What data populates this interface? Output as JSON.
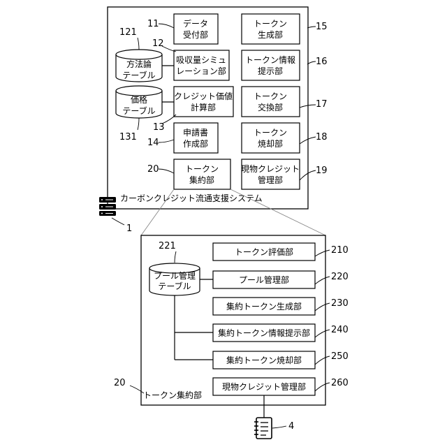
{
  "system": {
    "title": "カーボンクレジット流通支援システム",
    "ref": "1",
    "units": {
      "u11": {
        "line1": "データ",
        "line2": "受付部",
        "ref": "11"
      },
      "u12": {
        "line1": "吸収量シミュ",
        "line2": "レーション部",
        "ref": "12"
      },
      "u13": {
        "line1": "クレジット価値",
        "line2": "計算部",
        "ref": "13"
      },
      "u14": {
        "line1": "申請書",
        "line2": "作成部",
        "ref": "14"
      },
      "u20": {
        "line1": "トークン",
        "line2": "集約部",
        "ref": "20"
      },
      "u15": {
        "line1": "トークン",
        "line2": "生成部",
        "ref": "15"
      },
      "u16": {
        "line1": "トークン情報",
        "line2": "提示部",
        "ref": "16"
      },
      "u17": {
        "line1": "トークン",
        "line2": "交換部",
        "ref": "17"
      },
      "u18": {
        "line1": "トークン",
        "line2": "焼却部",
        "ref": "18"
      },
      "u19": {
        "line1": "現物クレジット",
        "line2": "管理部",
        "ref": "19"
      }
    },
    "tables": {
      "t121": {
        "line1": "方法論",
        "line2": "テーブル",
        "ref": "121"
      },
      "t131": {
        "line1": "価格",
        "line2": "テーブル",
        "ref": "131"
      }
    }
  },
  "detail": {
    "title": "トークン集約部",
    "ref": "20",
    "table": {
      "line1": "プール管理",
      "line2": "テーブル",
      "ref": "221"
    },
    "units": {
      "u210": {
        "label": "トークン評価部",
        "ref": "210"
      },
      "u220": {
        "label": "プール管理部",
        "ref": "220"
      },
      "u230": {
        "label": "集約トークン生成部",
        "ref": "230"
      },
      "u240": {
        "label": "集約トークン情報提示部",
        "ref": "240"
      },
      "u250": {
        "label": "集約トークン焼却部",
        "ref": "250"
      },
      "u260": {
        "label": "現物クレジット管理部",
        "ref": "260"
      }
    }
  },
  "device": {
    "ref": "4"
  },
  "icons": [
    "server-icon",
    "notebook-icon",
    "database-icon"
  ]
}
